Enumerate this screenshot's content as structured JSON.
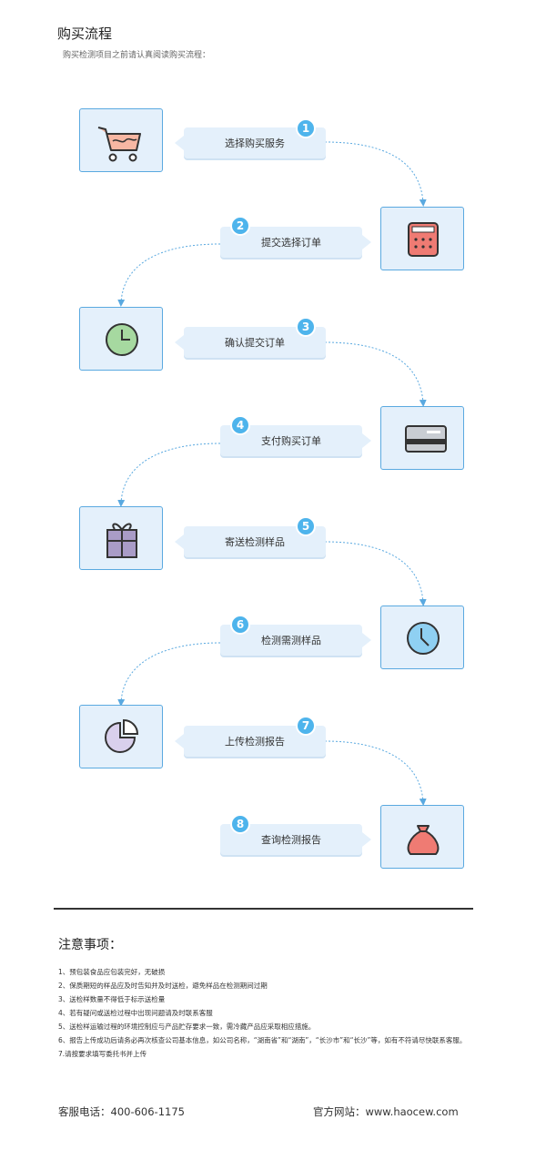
{
  "header": {
    "title": "购买流程",
    "subtitle": "购买检测项目之前请认真阅读购买流程："
  },
  "steps": [
    {
      "number": "1",
      "label": "选择购买服务",
      "icon": "shopping-cart-icon"
    },
    {
      "number": "2",
      "label": "提交选择订单",
      "icon": "calculator-icon"
    },
    {
      "number": "3",
      "label": "确认提交订单",
      "icon": "clock-icon"
    },
    {
      "number": "4",
      "label": "支付购买订单",
      "icon": "credit-card-icon"
    },
    {
      "number": "5",
      "label": "寄送检测样品",
      "icon": "gift-box-icon"
    },
    {
      "number": "6",
      "label": "检测需测样品",
      "icon": "clock-icon"
    },
    {
      "number": "7",
      "label": "上传检测报告",
      "icon": "pie-chart-icon"
    },
    {
      "number": "8",
      "label": "查询检测报告",
      "icon": "money-bag-icon"
    }
  ],
  "notes": {
    "title": "注意事项：",
    "items": [
      "1、预包装食品应包装完好，无破损",
      "2、保质期短的样品应及时告知并及时送检，避免样品在检测期间过期",
      "3、送检样数量不得低于标示送检量",
      "4、若有疑问或送检过程中出现问题请及时联系客服",
      "5、送检样运输过程的环境控制应与产品贮存要求一致，需冷藏产品应采取相应措施。",
      "6、报告上传成功后请务必再次核查公司基本信息，如公司名称，“湖南省”和“湖南”，“长沙市”和“长沙”等，如有不符请尽快联系客服。",
      "7.请按要求填写委托书并上传"
    ]
  },
  "footer": {
    "phone": "客服电话：400-606-1175",
    "website": "官方网站：www.haocew.com"
  },
  "colors": {
    "accent": "#4eb4ec",
    "box_fill": "#e4f0fb",
    "box_border": "#5aa9e0"
  }
}
